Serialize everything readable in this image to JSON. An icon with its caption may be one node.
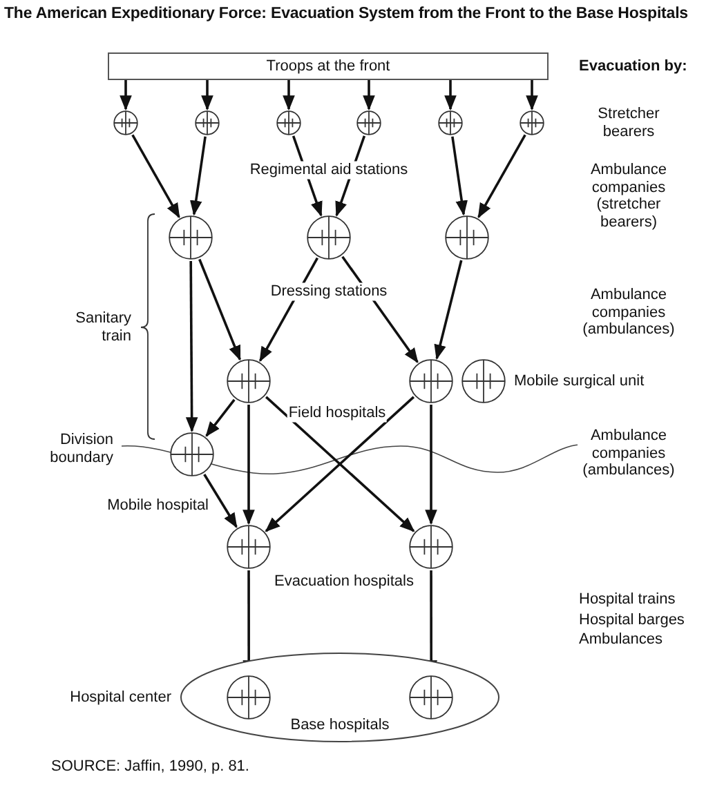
{
  "diagram": {
    "title": "The American Expeditionary Force: Evacuation System from the Front to the Base Hospitals",
    "caption": "SOURCE: Jaffin, 1990, p. 81.",
    "nodes": [
      {
        "text": [
          "Troops at the front"
        ]
      },
      {
        "text": [],
        "shape": "circle"
      },
      {
        "text": [],
        "shape": "circle"
      },
      {
        "text": [],
        "shape": "circle"
      },
      {
        "text": [],
        "shape": "circle"
      },
      {
        "text": [],
        "shape": "circle"
      },
      {
        "text": [],
        "shape": "circle"
      },
      {
        "text": [],
        "shape": "circle"
      },
      {
        "text": [],
        "shape": "circle"
      },
      {
        "text": [],
        "shape": "circle"
      },
      {
        "text": [],
        "shape": "circle"
      },
      {
        "text": [],
        "shape": "circle"
      },
      {
        "text": [],
        "shape": "circle",
        "beside": [
          "Mobile surgical unit"
        ]
      },
      {
        "text": [],
        "shape": "circle",
        "beside": [
          "Mobile hospital"
        ]
      },
      {
        "text": [],
        "shape": "circle"
      },
      {
        "text": [],
        "shape": "circle"
      },
      {
        "text": [
          "Base hospitals"
        ],
        "beside": [
          "Hospital center"
        ]
      },
      {
        "text": [],
        "shape": "circle",
        "in": 16
      },
      {
        "text": [],
        "shape": "circle",
        "in": 16
      }
    ],
    "edges": [
      {
        "from": 0,
        "to": 1,
        "arrow": "to"
      },
      {
        "from": 0,
        "to": 2,
        "arrow": "to"
      },
      {
        "from": 0,
        "to": 3,
        "arrow": "to"
      },
      {
        "from": 0,
        "to": 4,
        "arrow": "to"
      },
      {
        "from": 0,
        "to": 5,
        "arrow": "to"
      },
      {
        "from": 0,
        "to": 6,
        "arrow": "to"
      },
      {
        "from": 1,
        "to": 7,
        "arrow": "to"
      },
      {
        "from": 2,
        "to": 7,
        "arrow": "to"
      },
      {
        "from": 3,
        "to": 8,
        "arrow": "to"
      },
      {
        "from": 4,
        "to": 8,
        "arrow": "to"
      },
      {
        "from": 5,
        "to": 9,
        "arrow": "to"
      },
      {
        "from": 6,
        "to": 9,
        "arrow": "to"
      },
      {
        "from": 7,
        "to": 13,
        "arrow": "to"
      },
      {
        "from": 7,
        "to": 10,
        "arrow": "to"
      },
      {
        "from": 8,
        "to": 10,
        "arrow": "to"
      },
      {
        "from": 8,
        "to": 11,
        "arrow": "to"
      },
      {
        "from": 9,
        "to": 11,
        "arrow": "to"
      },
      {
        "from": 10,
        "to": 13,
        "arrow": "to"
      },
      {
        "from": 10,
        "to": 14,
        "arrow": "to"
      },
      {
        "from": 10,
        "to": 15,
        "arrow": "to"
      },
      {
        "from": 11,
        "to": 14,
        "arrow": "to"
      },
      {
        "from": 11,
        "to": 15,
        "arrow": "to"
      },
      {
        "from": 13,
        "to": 14,
        "arrow": "to"
      },
      {
        "from": 14,
        "to": 17,
        "arrow": "to"
      },
      {
        "from": 15,
        "to": 18,
        "arrow": "to"
      }
    ],
    "labels": [
      "Evacuation by:",
      "Stretcher bearers",
      "Regimental aid stations",
      "Ambulance companies (stretcher bearers)",
      "Sanitary train",
      "Dressing stations",
      "Ambulance companies (ambulances)",
      "Field hospitals",
      "Division boundary",
      "Ambulance companies (ambulances)",
      "Evacuation hospitals",
      "Hospital trains",
      "Hospital barges",
      "Ambulances"
    ]
  }
}
